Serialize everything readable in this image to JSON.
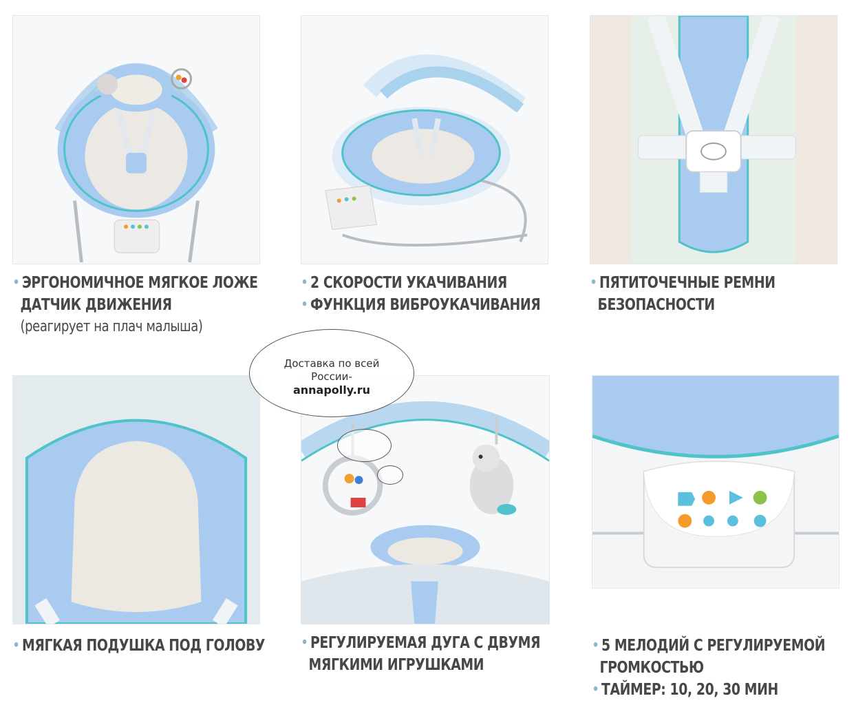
{
  "colors": {
    "accent_blue": "#a9cbef",
    "teal": "#4fc3c9",
    "caption_text": "#474747",
    "bullet": "#8fb7c8"
  },
  "panels": [
    {
      "caption_lines": [
        "ЭРГОНОМИЧНОЕ МЯГКОЕ ЛОЖЕ",
        "ДАТЧИК ДВИЖЕНИЯ"
      ],
      "caption_sub": "(реагирует на плач малыша)"
    },
    {
      "caption_lines": [
        "2 СКОРОСТИ УКАЧИВАНИЯ",
        "ФУНКЦИЯ ВИБРОУКАЧИВАНИЯ"
      ]
    },
    {
      "caption_lines": [
        "ПЯТИТОЧЕЧНЫЕ РЕМНИ",
        "БЕЗОПАСНОСТИ"
      ]
    },
    {
      "caption_lines": [
        "МЯГКАЯ ПОДУШКА ПОД ГОЛОВУ"
      ]
    },
    {
      "caption_lines": [
        "РЕГУЛИРУЕМАЯ ДУГА С ДВУМЯ",
        "МЯГКИМИ ИГРУШКАМИ"
      ]
    },
    {
      "caption_lines": [
        "5 МЕЛОДИЙ С РЕГУЛИРУЕМОЙ",
        "ГРОМКОСТЬЮ",
        "ТАЙМЕР: 10, 20, 30 МИН"
      ]
    }
  ],
  "bubble": {
    "line1": "Доставка по всей",
    "line2": "России-",
    "site": "annapolly.ru"
  }
}
